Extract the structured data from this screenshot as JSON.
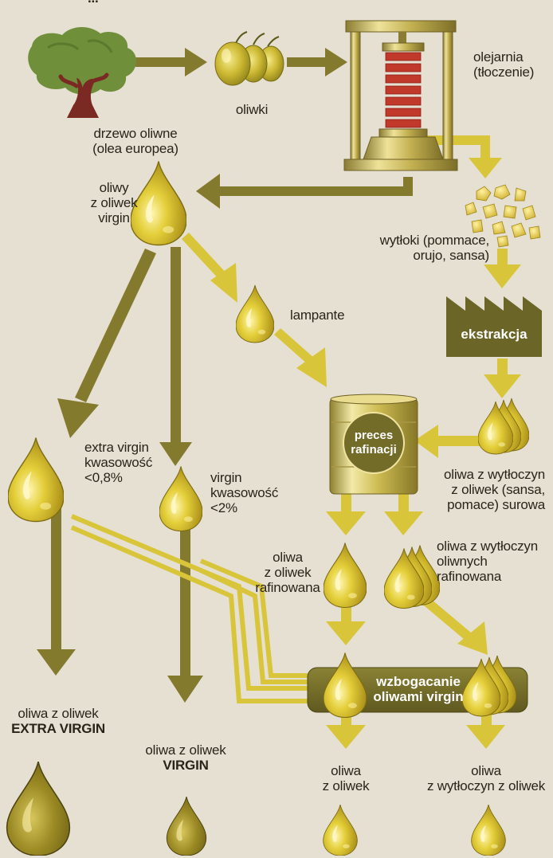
{
  "header": {
    "title_fragment": "..."
  },
  "nodes": {
    "tree": {
      "line1": "drzewo oliwne",
      "line2": "(olea europea)"
    },
    "olives": {
      "label": "oliwki"
    },
    "press": {
      "line1": "olejarnia",
      "line2": "(tłoczenie)"
    },
    "virgin_oils": {
      "line1": "oliwy",
      "line2": "z oliwek",
      "line3": "virgin"
    },
    "pomace": {
      "line1": "wytłoki (pommace,",
      "line2": "orujo, sansa)"
    },
    "lampante": {
      "label": "lampante"
    },
    "extraction": {
      "label": "ekstrakcja"
    },
    "refining": {
      "line1": "preces",
      "line2": "rafinacji"
    },
    "extra_virgin": {
      "line1": "extra virgin",
      "line2": "kwasowość",
      "line3": "<0,8%"
    },
    "virgin": {
      "line1": "virgin",
      "line2": "kwasowość",
      "line3": "<2%"
    },
    "crude_pomace_oil": {
      "line1": "oliwa z wytłoczyn",
      "line2": "z oliwek (sansa,",
      "line3": "pomace) surowa"
    },
    "refined_olive_oil": {
      "line1": "oliwa",
      "line2": "z oliwek",
      "line3": "rafinowana"
    },
    "refined_pomace_oil": {
      "line1": "oliwa z wytłoczyn",
      "line2": "oliwnych",
      "line3": "rafinowana"
    },
    "enrichment": {
      "line1": "wzbogacanie",
      "line2": "oliwami virgin"
    },
    "product_extra_virgin": {
      "line1": "oliwa z oliwek",
      "line2": "EXTRA VIRGIN"
    },
    "product_virgin": {
      "line1": "oliwa z oliwek",
      "line2": "VIRGIN"
    },
    "product_olive_oil": {
      "line1": "oliwa",
      "line2": "z oliwek"
    },
    "product_pomace_oil": {
      "line1": "oliwa",
      "line2": "z wytłoczyn z oliwek"
    }
  },
  "colors": {
    "background": "#e6e0d3",
    "arrow_olive": "#847a2e",
    "arrow_yellow": "#d8c53a",
    "drop_gold": "#c9b22a",
    "drop_dark": "#8a7d20",
    "box_olive": "#736c28",
    "factory": "#6b6628",
    "tree_canopy": "#6f8f3a",
    "tree_trunk": "#7a2a22",
    "press_red": "#c0392b"
  }
}
